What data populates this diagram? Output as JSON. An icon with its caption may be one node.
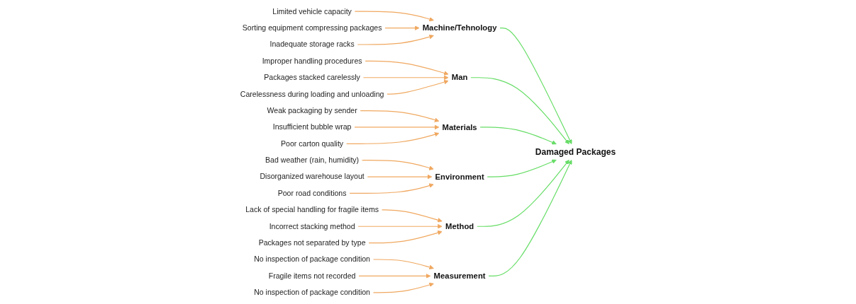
{
  "diagram": {
    "nodes": [
      {
        "text": [
          "Machine/Tehnology"
        ]
      },
      {
        "text": [
          "Limited vehicle capacity"
        ]
      },
      {
        "text": [
          "Sorting equipment compressing packages"
        ]
      },
      {
        "text": [
          "Inadequate storage racks"
        ]
      },
      {
        "text": [
          "Man"
        ]
      },
      {
        "text": [
          "Improper handling procedures"
        ]
      },
      {
        "text": [
          "Packages stacked carelessly"
        ]
      },
      {
        "text": [
          "Carelessness during loading and unloading"
        ]
      },
      {
        "text": [
          "Materials"
        ]
      },
      {
        "text": [
          "Weak packaging by sender"
        ]
      },
      {
        "text": [
          "Insufficient bubble wrap"
        ]
      },
      {
        "text": [
          "Poor carton quality"
        ]
      },
      {
        "text": [
          "Damaged Packages"
        ]
      },
      {
        "text": [
          "Bad weather (rain, humidity)"
        ]
      },
      {
        "text": [
          "Disorganized warehouse layout"
        ]
      },
      {
        "text": [
          "Poor road conditions"
        ]
      },
      {
        "text": [
          "Lack of special handling for fragile items"
        ]
      },
      {
        "text": [
          "Incorrect stacking method"
        ]
      },
      {
        "text": [
          "Packages not separated by type"
        ]
      },
      {
        "text": [
          "No inspection of package condition"
        ]
      },
      {
        "text": [
          "Fragile items not recorded"
        ]
      },
      {
        "text": [
          "No inspection of package condition"
        ]
      },
      {
        "text": [
          "Environment"
        ]
      },
      {
        "text": [
          "Method"
        ]
      },
      {
        "text": [
          "Measurement"
        ]
      }
    ],
    "edges": [
      {
        "from": 1,
        "to": 0,
        "arrow": "to"
      },
      {
        "from": 2,
        "to": 0,
        "arrow": "to"
      },
      {
        "from": 3,
        "to": 0,
        "arrow": "to"
      },
      {
        "from": 5,
        "to": 4,
        "arrow": "to"
      },
      {
        "from": 6,
        "to": 4,
        "arrow": "to"
      },
      {
        "from": 7,
        "to": 4,
        "arrow": "to"
      },
      {
        "from": 9,
        "to": 8,
        "arrow": "to"
      },
      {
        "from": 10,
        "to": 8,
        "arrow": "to"
      },
      {
        "from": 11,
        "to": 8,
        "arrow": "to"
      },
      {
        "from": 13,
        "to": 22,
        "arrow": "to"
      },
      {
        "from": 14,
        "to": 22,
        "arrow": "to"
      },
      {
        "from": 15,
        "to": 22,
        "arrow": "to"
      },
      {
        "from": 16,
        "to": 23,
        "arrow": "to"
      },
      {
        "from": 17,
        "to": 23,
        "arrow": "to"
      },
      {
        "from": 18,
        "to": 23,
        "arrow": "to"
      },
      {
        "from": 19,
        "to": 24,
        "arrow": "to"
      },
      {
        "from": 20,
        "to": 24,
        "arrow": "to"
      },
      {
        "from": 21,
        "to": 24,
        "arrow": "to"
      },
      {
        "from": 0,
        "to": 12,
        "arrow": "to",
        "color": "#66dd66"
      },
      {
        "from": 4,
        "to": 12,
        "arrow": "to",
        "color": "#66dd66"
      },
      {
        "from": 8,
        "to": 12,
        "arrow": "to",
        "color": "#66dd66"
      },
      {
        "from": 22,
        "to": 12,
        "arrow": "to",
        "color": "#66dd66"
      },
      {
        "from": 23,
        "to": 12,
        "arrow": "to",
        "color": "#66dd66"
      },
      {
        "from": 24,
        "to": 12,
        "arrow": "to",
        "color": "#66dd66"
      }
    ]
  }
}
